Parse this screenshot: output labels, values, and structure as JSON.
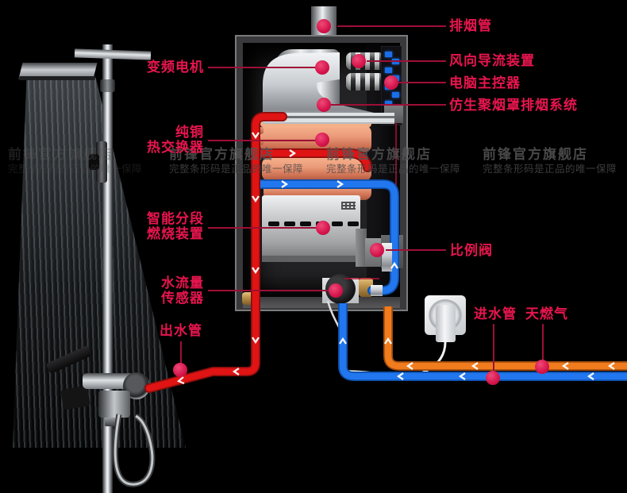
{
  "scene": "gas-water-heater-cutaway-diagram",
  "colors": {
    "background": "#000000",
    "label_text": "#e8154e",
    "label_line": "#9e0f36",
    "label_dot": "#d4134a",
    "pipe_hot_water": "#e01414",
    "pipe_cold_water": "#2277ef",
    "pipe_gas": "#f07c1e",
    "heat_exchanger_copper": "#ea9a79",
    "watermark_text": "#565656"
  },
  "watermark": {
    "line1": "前锋官方旗舰店",
    "line2": "完整条形码是正品的唯一保障"
  },
  "callouts": [
    {
      "id": "exhaust-pipe",
      "text": "排烟管"
    },
    {
      "id": "wind-guide-device",
      "text": "风向导流装置"
    },
    {
      "id": "computer-controller",
      "text": "电脑主控器"
    },
    {
      "id": "bionic-smoke-hood-system",
      "text": "仿生聚烟罩排烟系统"
    },
    {
      "id": "variable-frequency-motor",
      "text": "变频电机"
    },
    {
      "id": "copper-heat-exchanger",
      "text": "纯铜\n热交换器"
    },
    {
      "id": "smart-segmented-burner",
      "text": "智能分段\n燃烧装置"
    },
    {
      "id": "water-flow-sensor",
      "text": "水流量\n传感器"
    },
    {
      "id": "outlet-pipe",
      "text": "出水管"
    },
    {
      "id": "proportional-valve",
      "text": "比例阀"
    },
    {
      "id": "inlet-pipe",
      "text": "进水管"
    },
    {
      "id": "natural-gas",
      "text": "天燃气"
    }
  ]
}
